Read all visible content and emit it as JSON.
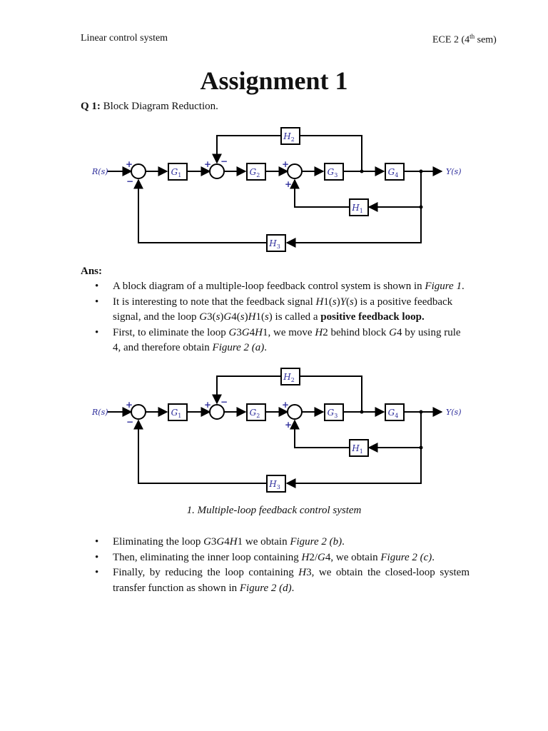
{
  "header": {
    "left": "Linear control system",
    "right_main": "ECE 2 (4",
    "right_sup": "th",
    "right_tail": " sem)"
  },
  "title": "Assignment 1",
  "question": {
    "label": "Q 1:",
    "text": " Block Diagram Reduction."
  },
  "diagram": {
    "input_label": "R(s)",
    "output_label": "Y(s)",
    "blocks": {
      "G1": {
        "letter": "G",
        "sub": "1"
      },
      "G2": {
        "letter": "G",
        "sub": "2"
      },
      "G3": {
        "letter": "G",
        "sub": "3"
      },
      "G4": {
        "letter": "G",
        "sub": "4"
      },
      "H1": {
        "letter": "H",
        "sub": "1"
      },
      "H2": {
        "letter": "H",
        "sub": "2"
      },
      "H3": {
        "letter": "H",
        "sub": "3"
      }
    },
    "signs": {
      "plus": "+",
      "minus": "−"
    }
  },
  "answer_label": "Ans:",
  "bullets_a": [
    {
      "t1": "A block diagram of a multiple-loop feedback control system is shown in ",
      "i1": "Figure 1",
      "t2": "."
    },
    {
      "t1": "It is interesting to note that the feedback signal ",
      "m1": "H",
      "t2": "1(",
      "m2": "s",
      "t3": ")",
      "m3": "Y",
      "t4": "(",
      "m4": "s",
      "t5": ") is a positive feedback signal, and the loop ",
      "m5": "G",
      "t6": "3(",
      "m6": "s",
      "t7": ")",
      "m7": "G",
      "t8": "4(",
      "m8": "s",
      "t9": ")",
      "m9": "H",
      "t10": "1(",
      "m10": "s",
      "t11": ") is called a ",
      "b1": "positive feedback loop."
    },
    {
      "t1": "First, to eliminate the loop ",
      "m1": "G",
      "t2": "3",
      "m2": "G",
      "t3": "4",
      "m3": "H",
      "t4": "1, we move ",
      "m4": "H",
      "t5": "2 behind block ",
      "m5": "G",
      "t6": "4 by using rule 4, and therefore obtain ",
      "i1": "Figure 2 (a)",
      "t7": "."
    }
  ],
  "caption": "1. Multiple-loop feedback control system",
  "bullets_b": [
    {
      "t1": "Eliminating the loop ",
      "m1": "G",
      "t2": "3",
      "m2": "G",
      "t3": "4",
      "m3": "H",
      "t4": "1 we obtain ",
      "i1": "Figure 2 (b)",
      "t5": "."
    },
    {
      "t1": "Then, eliminating the inner loop containing ",
      "m1": "H",
      "t2": "2/",
      "m2": "G",
      "t3": "4, we obtain ",
      "i1": "Figure 2 (c)",
      "t4": "."
    },
    {
      "t1": "Finally, by reducing the loop containing ",
      "m1": "H",
      "t2": "3, we obtain the closed-loop system transfer function as shown in ",
      "i1": "Figure 2 (d)",
      "t3": "."
    }
  ]
}
